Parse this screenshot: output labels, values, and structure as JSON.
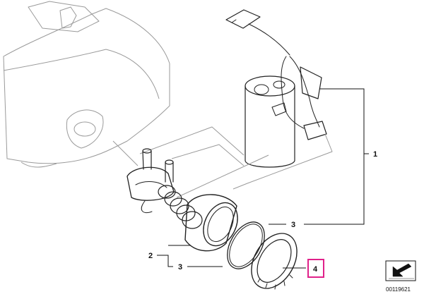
{
  "diagram": {
    "callouts": {
      "part_1": "1",
      "part_2": "2",
      "part_3_upper": "3",
      "part_3_lower": "3",
      "part_4": "4"
    },
    "document_number": "00119621",
    "highlight_color": "#e0218a",
    "line_color": "#222222",
    "ghost_color": "#9a9a9a",
    "icons": [
      "navigation-arrow-icon"
    ]
  }
}
